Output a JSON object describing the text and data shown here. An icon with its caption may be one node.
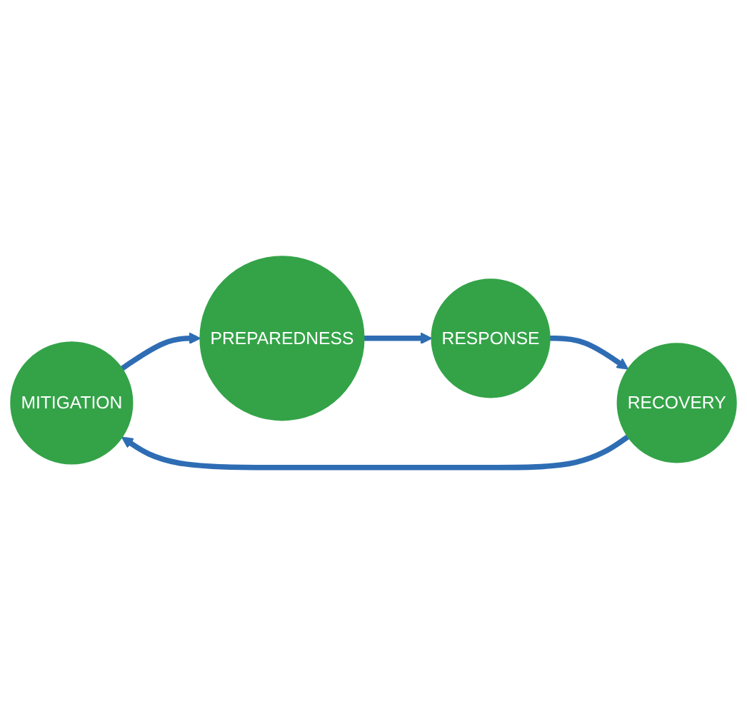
{
  "diagram": {
    "nodes": [
      {
        "text": [
          "MITIGATION"
        ]
      },
      {
        "text": [
          "PREPAREDNESS"
        ]
      },
      {
        "text": [
          "RESPONSE"
        ]
      },
      {
        "text": [
          "RECOVERY"
        ]
      }
    ],
    "edges": [
      {
        "from": 0,
        "to": 1,
        "arrow": "to"
      },
      {
        "from": 1,
        "to": 2,
        "arrow": "to"
      },
      {
        "from": 2,
        "to": 3,
        "arrow": "to"
      },
      {
        "from": 3,
        "to": 0,
        "arrow": "to"
      }
    ]
  }
}
